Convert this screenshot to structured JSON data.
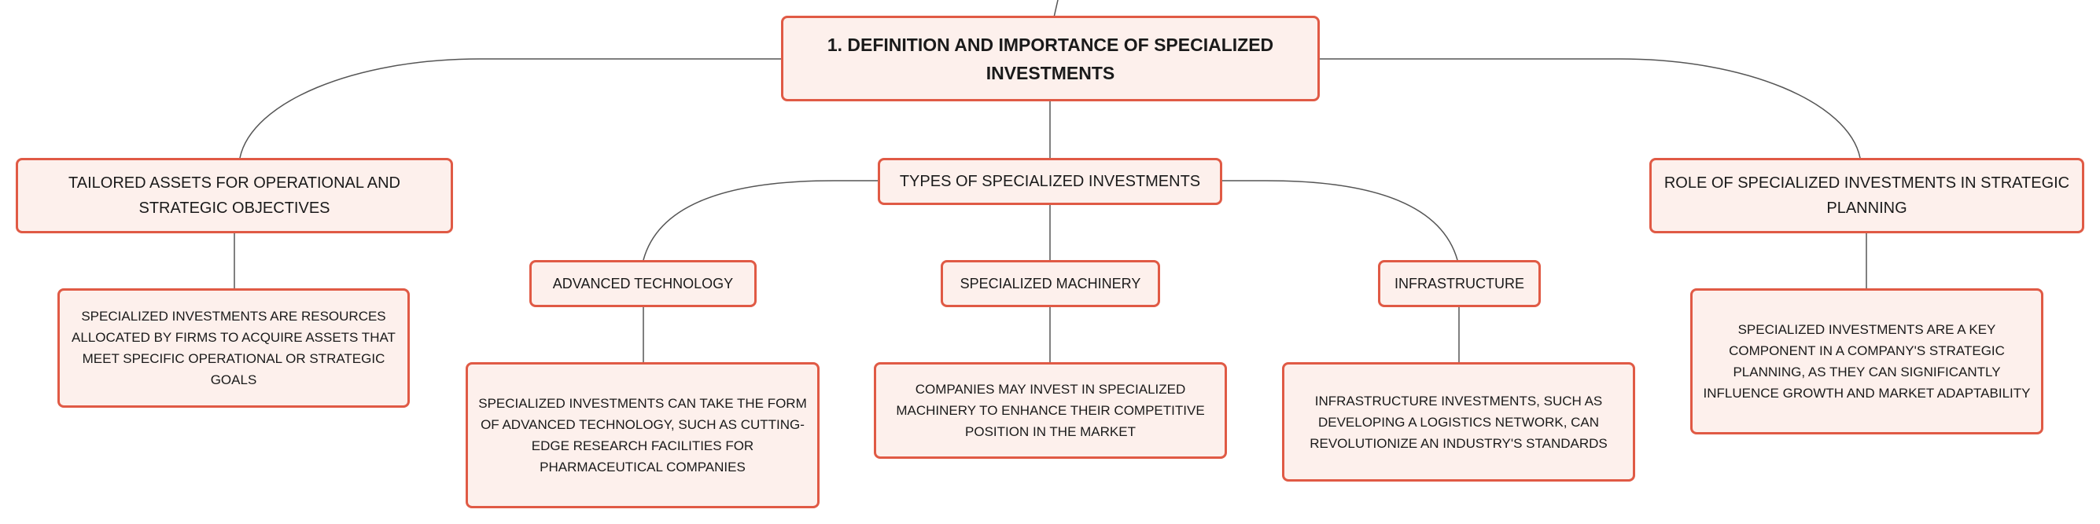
{
  "mindmap": {
    "root": {
      "label": "1. DEFINITION AND IMPORTANCE OF SPECIALIZED INVESTMENTS"
    },
    "branches": [
      {
        "label": "TAILORED ASSETS FOR OPERATIONAL AND STRATEGIC OBJECTIVES",
        "detail": "SPECIALIZED INVESTMENTS ARE RESOURCES ALLOCATED BY FIRMS TO ACQUIRE ASSETS THAT MEET SPECIFIC OPERATIONAL OR STRATEGIC GOALS"
      },
      {
        "label": "TYPES OF SPECIALIZED INVESTMENTS",
        "children": [
          {
            "label": "ADVANCED TECHNOLOGY",
            "detail": "SPECIALIZED INVESTMENTS CAN TAKE THE FORM OF ADVANCED TECHNOLOGY, SUCH AS CUTTING-EDGE RESEARCH FACILITIES FOR PHARMACEUTICAL COMPANIES"
          },
          {
            "label": "SPECIALIZED MACHINERY",
            "detail": "COMPANIES MAY INVEST IN SPECIALIZED MACHINERY TO ENHANCE THEIR COMPETITIVE POSITION IN THE MARKET"
          },
          {
            "label": "INFRASTRUCTURE",
            "detail": "INFRASTRUCTURE INVESTMENTS, SUCH AS DEVELOPING A LOGISTICS NETWORK, CAN REVOLUTIONIZE AN INDUSTRY'S STANDARDS"
          }
        ]
      },
      {
        "label": "ROLE OF SPECIALIZED INVESTMENTS IN STRATEGIC PLANNING",
        "detail": "SPECIALIZED INVESTMENTS ARE A KEY COMPONENT IN A COMPANY'S STRATEGIC PLANNING, AS THEY CAN SIGNIFICANTLY INFLUENCE GROWTH AND MARKET ADAPTABILITY"
      }
    ],
    "colors": {
      "node_fill": "#fdf0ec",
      "node_border": "#e05a45",
      "connector": "#555555",
      "text": "#1a1a1a"
    }
  }
}
